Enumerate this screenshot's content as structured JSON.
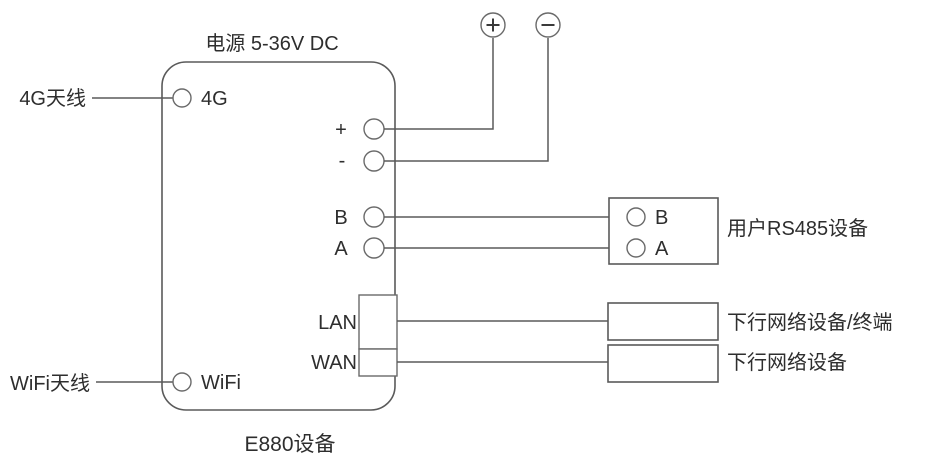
{
  "diagram": {
    "power_title": "电源 5-36V DC",
    "device_name": "E880设备",
    "device_ports": {
      "antenna_4g": "4G",
      "antenna_wifi": "WiFi",
      "power_plus": "+",
      "power_minus": "-",
      "rs485_b": "B",
      "rs485_a": "A",
      "lan": "LAN",
      "wan": "WAN"
    },
    "external_labels": {
      "antenna_4g": "4G天线",
      "antenna_wifi": "WiFi天线",
      "rs485_device": "用户RS485设备",
      "lan_device": "下行网络设备/终端",
      "wan_device": "下行网络设备"
    },
    "rs485_device_ports": {
      "b": "B",
      "a": "A"
    },
    "icons": {
      "power_positive": "plus-in-circle-icon",
      "power_negative": "minus-in-circle-icon"
    },
    "colors": {
      "line": "#5a5a5a",
      "text": "#2e2e2e",
      "background": "#ffffff"
    }
  }
}
